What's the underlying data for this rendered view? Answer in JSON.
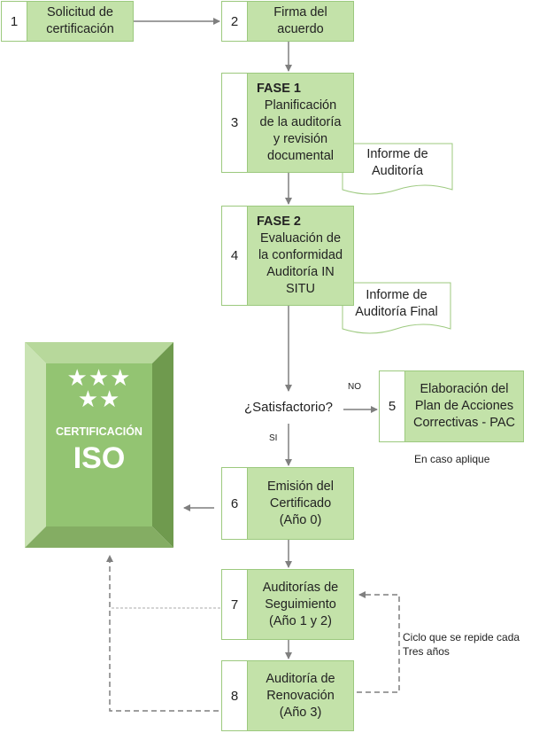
{
  "steps": {
    "s1": {
      "num": "1",
      "lines": [
        "Solicitud de",
        "certificación"
      ]
    },
    "s2": {
      "num": "2",
      "lines": [
        "Firma del",
        "acuerdo"
      ]
    },
    "s3": {
      "num": "3",
      "phase": "FASE 1",
      "lines": [
        "Planificación",
        "de la auditoría",
        "y revisión",
        "documental"
      ]
    },
    "s4": {
      "num": "4",
      "phase": "FASE 2",
      "lines": [
        "Evaluación de",
        "la conformidad",
        "Auditoría IN",
        "SITU"
      ]
    },
    "s5": {
      "num": "5",
      "lines": [
        "Elaboración del",
        "Plan de Acciones",
        "Correctivas - PAC"
      ]
    },
    "s6": {
      "num": "6",
      "lines": [
        "Emisión del",
        "Certificado",
        "(Año 0)"
      ]
    },
    "s7": {
      "num": "7",
      "lines": [
        "Auditorías de",
        "Seguimiento",
        "(Año 1 y 2)"
      ]
    },
    "s8": {
      "num": "8",
      "lines": [
        "Auditoría de",
        "Renovación",
        "(Año 3)"
      ]
    }
  },
  "documents": {
    "d1": {
      "lines": [
        "Informe de",
        "Auditoría"
      ]
    },
    "d2": {
      "lines": [
        "Informe de",
        "Auditoría Final"
      ]
    }
  },
  "decision": {
    "label": "¿Satisfactorio?",
    "yes": "SI",
    "no": "NO"
  },
  "notes": {
    "pac": "En caso aplique",
    "cycle": [
      "Ciclo que se repide cada",
      "Tres años"
    ]
  },
  "certificate": {
    "stars": "★★★",
    "stars2": "★★",
    "title": "CERTIFICACIÓN",
    "iso": "ISO"
  },
  "colors": {
    "box_fill": "#c3e2a9",
    "box_border": "#9cc97e",
    "cert_dark": "#6f9a4e",
    "cert_light": "#c9e3b3",
    "arrow": "#7f7f7f"
  }
}
